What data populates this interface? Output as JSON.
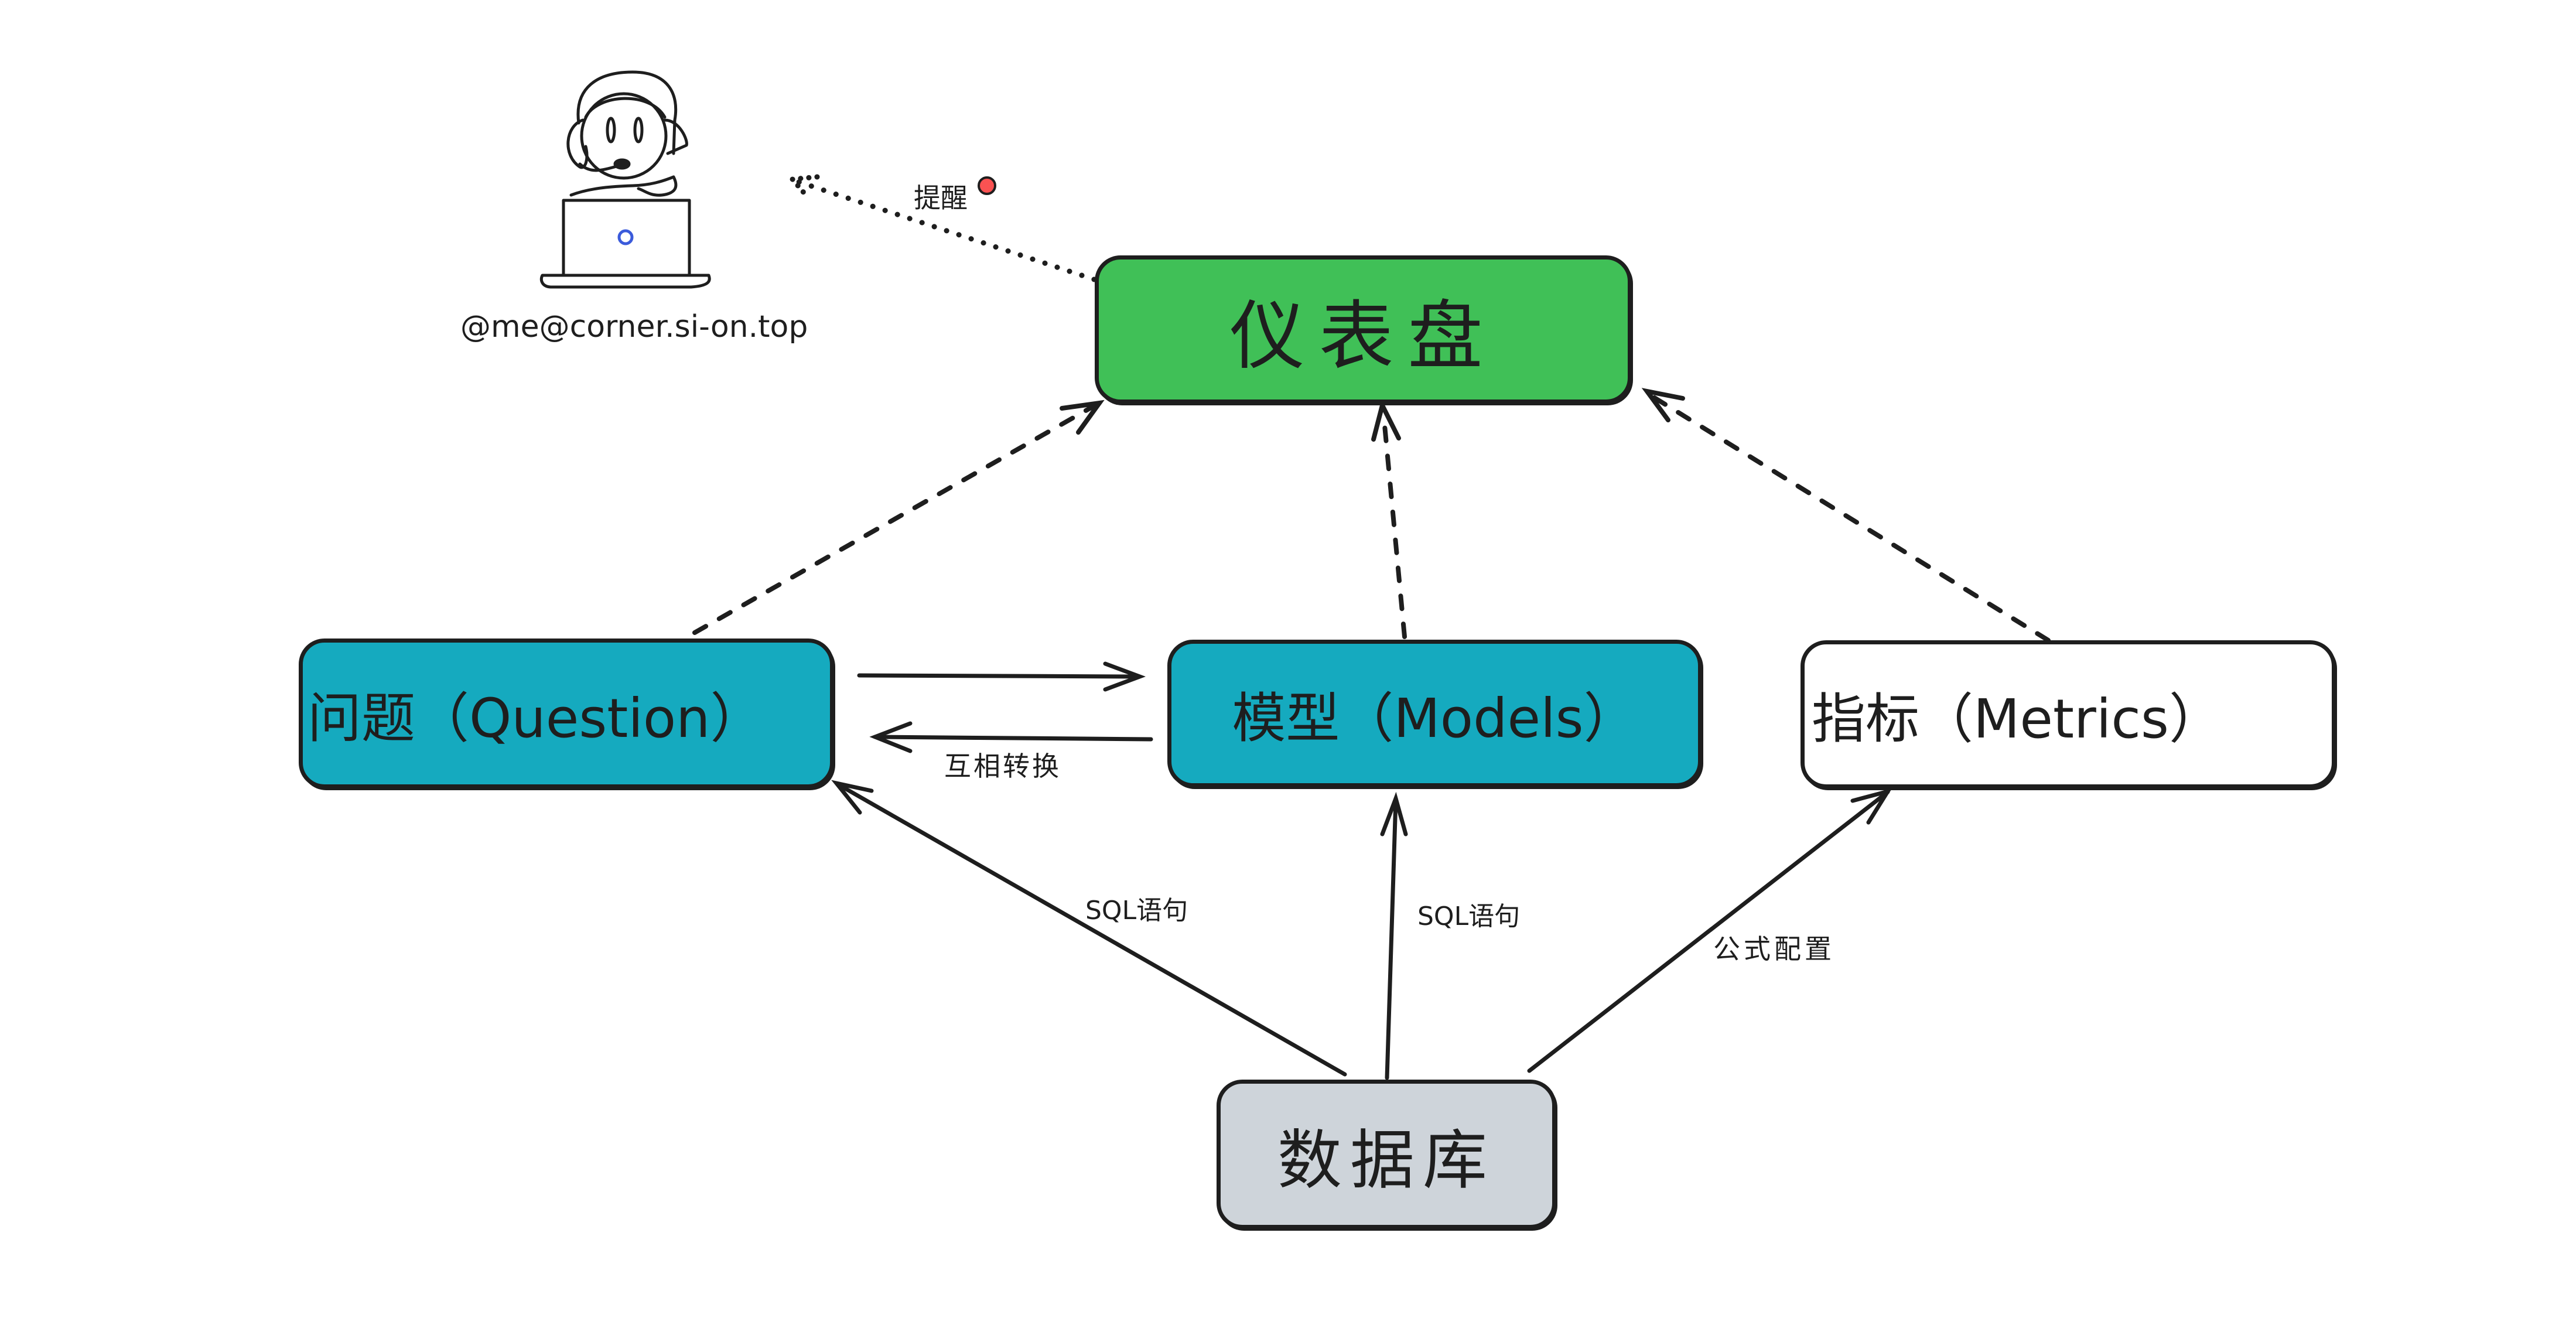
{
  "diagram": {
    "colors": {
      "stroke": "#1e1e1e",
      "dashboard_fill": "#40c057",
      "question_fill": "#15aabf",
      "models_fill": "#15aabf",
      "metrics_fill": "#ffffff",
      "database_fill": "#ced4da",
      "alert_dot": "#fa5252",
      "laptop_logo": "#3b5bdb"
    },
    "nodes": {
      "dashboard": "仪表盘",
      "question": "问题（Question）",
      "models": "模型（Models）",
      "metrics": "指标（Metrics）",
      "database": "数据库"
    },
    "edge_labels": {
      "remind": "提醒",
      "convert": "互相转换",
      "sql_to_question": "SQL语句",
      "sql_to_models": "SQL语句",
      "formula_config": "公式配置"
    },
    "user": {
      "handle": "@me@corner.si-on.top",
      "icon": "user-with-headset-laptop-icon"
    },
    "edges": [
      {
        "from": "dashboard",
        "to": "user",
        "style": "dotted",
        "label": "remind"
      },
      {
        "from": "question",
        "to": "dashboard",
        "style": "dashed"
      },
      {
        "from": "models",
        "to": "dashboard",
        "style": "dashed"
      },
      {
        "from": "metrics",
        "to": "dashboard",
        "style": "dashed"
      },
      {
        "from": "question",
        "to": "models",
        "style": "solid",
        "label": "convert"
      },
      {
        "from": "models",
        "to": "question",
        "style": "solid"
      },
      {
        "from": "database",
        "to": "question",
        "style": "solid",
        "label": "sql_to_question"
      },
      {
        "from": "database",
        "to": "models",
        "style": "solid",
        "label": "sql_to_models"
      },
      {
        "from": "database",
        "to": "metrics",
        "style": "solid",
        "label": "formula_config"
      }
    ]
  }
}
